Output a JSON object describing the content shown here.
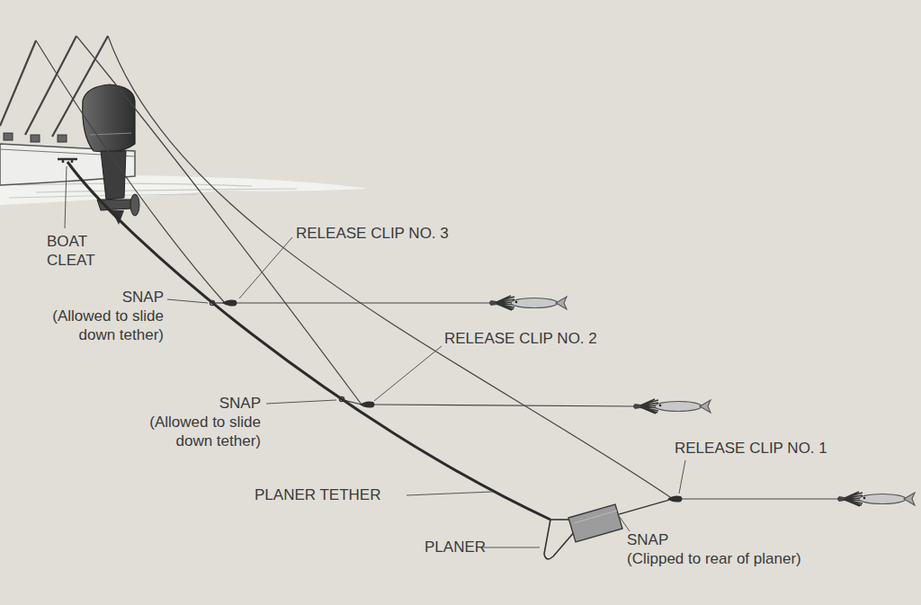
{
  "diagram": {
    "labels": [
      "RELEASE CLIP NO. 3",
      "BOAT CLEAT",
      "SNAP (Allowed to slide down tether)",
      "RELEASE CLIP NO. 2",
      "SNAP (Allowed to slide down tether)",
      "RELEASE CLIP NO. 1",
      "PLANER TETHER",
      "PLANER",
      "SNAP (Clipped to rear of planer)"
    ]
  }
}
